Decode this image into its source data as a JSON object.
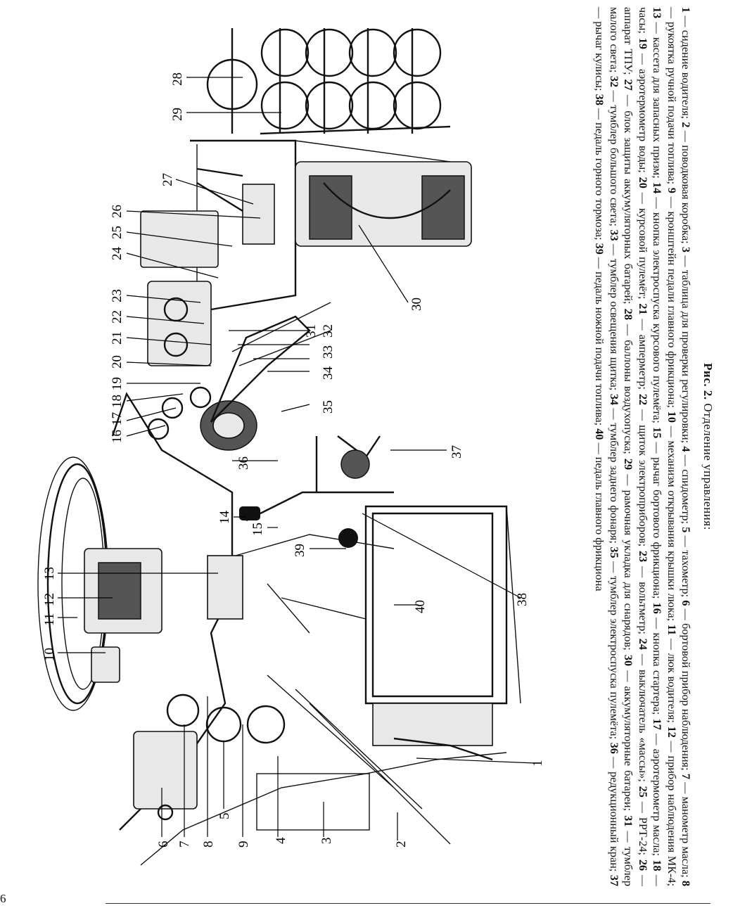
{
  "figure": {
    "caption_label": "Рис. 2.",
    "caption_title": "Отделение управления:",
    "callouts": [
      "1",
      "2",
      "3",
      "4",
      "5",
      "6",
      "7",
      "8",
      "9",
      "10",
      "11",
      "12",
      "13",
      "14",
      "15",
      "16",
      "17",
      "18",
      "19",
      "20",
      "21",
      "22",
      "23",
      "24",
      "25",
      "26",
      "27",
      "28",
      "29",
      "30",
      "31",
      "32",
      "33",
      "34",
      "35",
      "36",
      "37",
      "38",
      "39",
      "40"
    ],
    "legend": [
      {
        "n": "1",
        "text": "сидение водителя;"
      },
      {
        "n": "2",
        "text": "поводковая коробка;"
      },
      {
        "n": "3",
        "text": "таблица для проверки регулировки;"
      },
      {
        "n": "4",
        "text": "спидометр;"
      },
      {
        "n": "5",
        "text": "тахометр;"
      },
      {
        "n": "6",
        "text": "бортовой прибор наблюдения;"
      },
      {
        "n": "7",
        "text": "манометр масла;"
      },
      {
        "n": "8",
        "text": "рукоятка ручной подачи топлива;"
      },
      {
        "n": "9",
        "text": "кронштейн педали главного фрикциона;"
      },
      {
        "n": "10",
        "text": "механизм открывания крышки люка;"
      },
      {
        "n": "11",
        "text": "люк водителя;"
      },
      {
        "n": "12",
        "text": "прибор наблюдения МК-4;"
      },
      {
        "n": "13",
        "text": "кассета для запасных призм;"
      },
      {
        "n": "14",
        "text": "кнопка электроспуска курсового пулемёта;"
      },
      {
        "n": "15",
        "text": "рычаг бортового фрикциона;"
      },
      {
        "n": "16",
        "text": "кнопка стартера;"
      },
      {
        "n": "17",
        "text": "аэротермометр масла;"
      },
      {
        "n": "18",
        "text": "часы;"
      },
      {
        "n": "19",
        "text": "аэротермометр воды;"
      },
      {
        "n": "20",
        "text": "курсовой пулемёт;"
      },
      {
        "n": "21",
        "text": "амперметр;"
      },
      {
        "n": "22",
        "text": "щиток электроприборов;"
      },
      {
        "n": "23",
        "text": "вольтметр;"
      },
      {
        "n": "24",
        "text": "выключатель «массы»;"
      },
      {
        "n": "25",
        "text": "РРТ-24;"
      },
      {
        "n": "26",
        "text": "аппарат ТПУ;"
      },
      {
        "n": "27",
        "text": "блок защиты аккумуляторных батарей;"
      },
      {
        "n": "28",
        "text": "баллоны воздухопуска;"
      },
      {
        "n": "29",
        "text": "рамочная укладка для снарядов;"
      },
      {
        "n": "30",
        "text": "аккумуляторные батареи;"
      },
      {
        "n": "31",
        "text": "тумблер малого света;"
      },
      {
        "n": "32",
        "text": "тумблер большого света;"
      },
      {
        "n": "33",
        "text": "тумблер освещения щитка;"
      },
      {
        "n": "34",
        "text": "тумблер заднего фонаря;"
      },
      {
        "n": "35",
        "text": "тумблер электроспуска пулемёта;"
      },
      {
        "n": "36",
        "text": "редукционный кран;"
      },
      {
        "n": "37",
        "text": "рычаг кулисы;"
      },
      {
        "n": "38",
        "text": "педаль горного тормоза;"
      },
      {
        "n": "39",
        "text": "педаль ножной подачи топлива;"
      },
      {
        "n": "40",
        "text": "педаль главного фрикциона"
      }
    ]
  },
  "page": {
    "page_number": "6"
  }
}
